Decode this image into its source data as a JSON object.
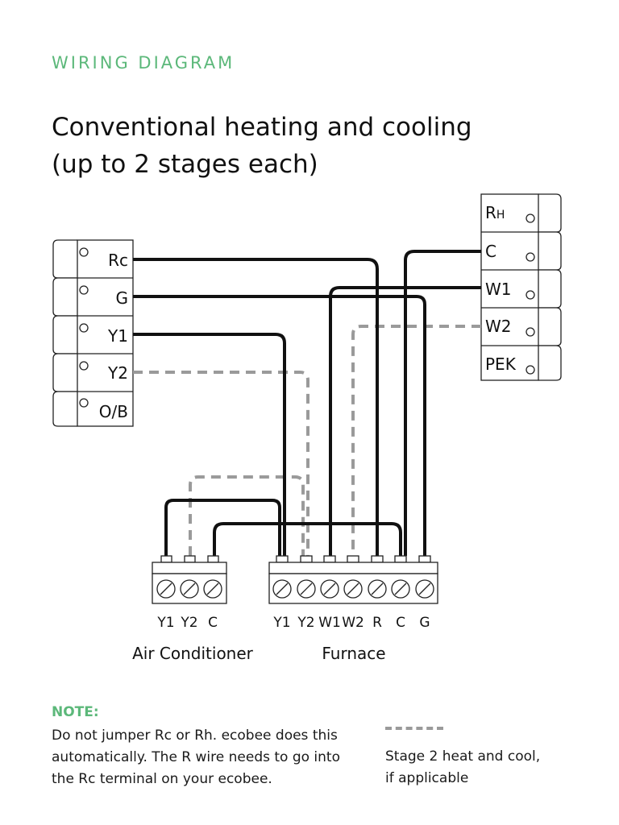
{
  "header": {
    "eyebrow": "WIRING DIAGRAM",
    "title_line1": "Conventional heating and cooling",
    "title_line2": "(up to 2 stages each)"
  },
  "ecobee_terminals": [
    "Rc",
    "G",
    "Y1",
    "Y2",
    "O/B"
  ],
  "existing_terminals": [
    "RH",
    "C",
    "W1",
    "W2",
    "PEK"
  ],
  "air_conditioner": {
    "label": "Air Conditioner",
    "terminals": [
      "Y1",
      "Y2",
      "C"
    ]
  },
  "furnace": {
    "label": "Furnace",
    "terminals": [
      "Y1",
      "Y2",
      "W1",
      "W2",
      "R",
      "C",
      "G"
    ]
  },
  "note": {
    "heading": "NOTE:",
    "line1": "Do not jumper Rc or Rh. ecobee does this",
    "line2": "automatically. The R wire needs to go into",
    "line3": "the Rc terminal on your ecobee."
  },
  "legend": {
    "line1": "Stage 2 heat and cool,",
    "line2": "if applicable"
  },
  "colors": {
    "accent": "#5cb87a",
    "wire": "#111111",
    "dashed_wire": "#9a9a9a"
  }
}
